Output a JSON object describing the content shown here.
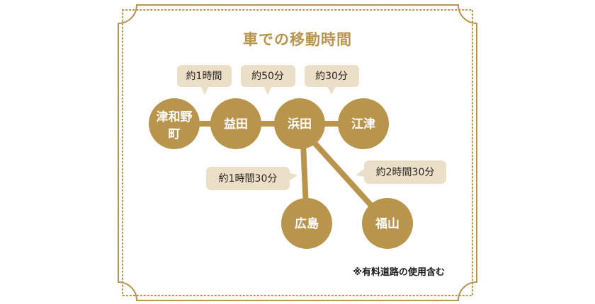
{
  "title": "車での移動時間",
  "colors": {
    "accent": "#b8944d",
    "bubble": "#ebdfc8",
    "text": "#2a2420"
  },
  "nodes": {
    "tsuwano": {
      "line1": "津和野",
      "line2": "町"
    },
    "masuda": "益田",
    "hamada": "浜田",
    "gotsu": "江津",
    "hiroshima": "広島",
    "fukuyama": "福山"
  },
  "durations": {
    "tsuwano_masuda": "約1時間",
    "masuda_hamada": "約50分",
    "hamada_gotsu": "約30分",
    "hamada_hiroshima": "約1時間30分",
    "hamada_fukuyama": "約2時間30分"
  },
  "note": "※有料道路の使用含む"
}
